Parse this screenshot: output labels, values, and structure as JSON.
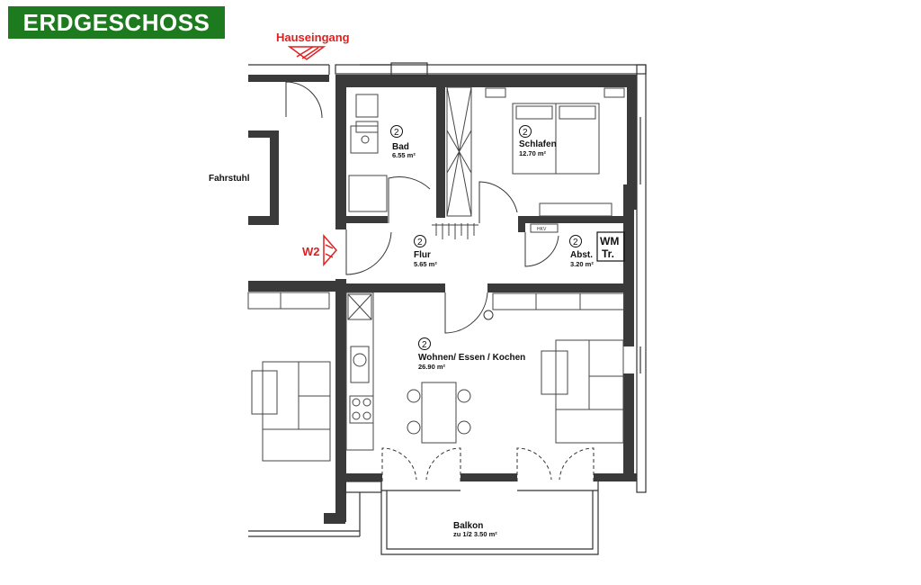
{
  "header": {
    "title": "ERDGESCHOSS",
    "title_bg": "#1e7a1e",
    "title_color": "#ffffff"
  },
  "labels": {
    "entrance": "Hauseingang",
    "stair_marker": "W2",
    "elevator": "Fahrstuhl",
    "accent_color": "#e02020"
  },
  "rooms": {
    "bad": {
      "number": "2",
      "name": "Bad",
      "area": "6.55 m²"
    },
    "schlafen": {
      "number": "2",
      "name": "Schlafen",
      "area": "12.70 m²"
    },
    "flur": {
      "number": "2",
      "name": "Flur",
      "area": "5.65 m²"
    },
    "abst": {
      "number": "2",
      "name": "Abst.",
      "area": "3.20 m²",
      "wm": "WM",
      "tr": "Tr."
    },
    "wohnen": {
      "number": "2",
      "name": "Wohnen/ Essen / Kochen",
      "area": "26.90 m²"
    },
    "balkon": {
      "name": "Balkon",
      "area": "zu 1/2  3.50 m²"
    }
  },
  "misc": {
    "hkv_label": "HKV"
  }
}
